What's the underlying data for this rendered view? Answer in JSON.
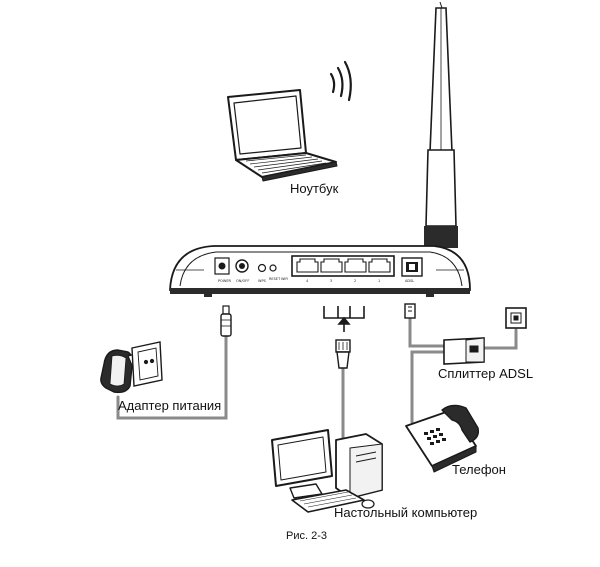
{
  "labels": {
    "laptop": "Ноутбук",
    "adapter": "Адаптер питания",
    "splitter": "Сплиттер ADSL",
    "phone": "Телефон",
    "desktop": "Настольный компьютер"
  },
  "caption": "Рис. 2-3",
  "router_port_labels": {
    "power": "POWER",
    "onoff": "ON/OFF",
    "wps": "WPS",
    "reset": "RESET",
    "wifi": "WiFi",
    "lan4": "4",
    "lan3": "3",
    "lan2": "2",
    "lan1": "1",
    "adsl": "ADSL"
  },
  "colors": {
    "stroke": "#1a1a1a",
    "cable": "#8a8a8a",
    "body_dark": "#2b2b2b",
    "fill_light": "#f2f2f2"
  },
  "icons": [
    "laptop-icon",
    "wifi-waves-icon",
    "router-icon",
    "antenna-icon",
    "power-adapter-icon",
    "wall-outlet-icon",
    "ethernet-plug-icon",
    "desktop-computer-icon",
    "telephone-icon",
    "splitter-icon",
    "phone-jack-icon"
  ]
}
